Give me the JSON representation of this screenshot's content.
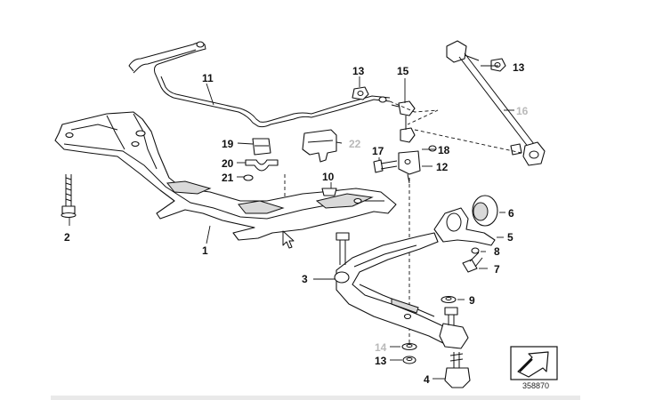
{
  "labels": {
    "l1": "1",
    "l2": "2",
    "l3": "3",
    "l4": "4",
    "l5": "5",
    "l6": "6",
    "l7": "7",
    "l8": "8",
    "l9": "9",
    "l10": "10",
    "l11": "11",
    "l12": "12",
    "l13a": "13",
    "l13b": "13",
    "l13c": "13",
    "l14": "14",
    "l15": "15",
    "l16": "16",
    "l17": "17",
    "l18": "18",
    "l19": "19",
    "l20": "20",
    "l21": "21",
    "l22": "22"
  },
  "diagram_number": "358870",
  "colors": {
    "line": "#111111",
    "inactive_label": "#b9b9b9",
    "shade": "#d9d9d9"
  }
}
